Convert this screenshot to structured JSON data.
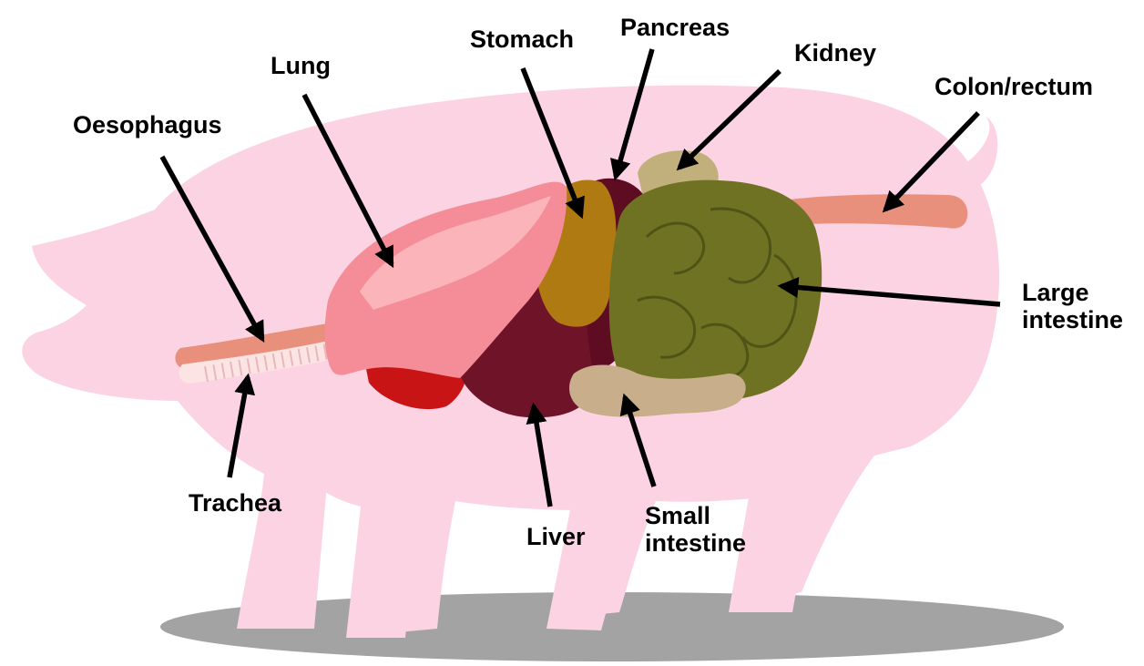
{
  "colors": {
    "pig_body": "#fbd3e3",
    "shadow": "#a3a3a3",
    "oesophagus": "#e9907c",
    "trachea": "#fde4e4",
    "lung": "#f58d98",
    "lung_highlight": "#fbb4ba",
    "heart": "#c91416",
    "liver": "#6f1328",
    "stomach": "#b07a12",
    "pancreas": "#5e0c22",
    "kidney": "#c2b07c",
    "large_intestine": "#6f7223",
    "small_intestine": "#c8ae8a",
    "colon": "#e9907c",
    "arrow": "#000000",
    "text": "#000000"
  },
  "labels": {
    "oesophagus": "Oesophagus",
    "lung": "Lung",
    "stomach": "Stomach",
    "pancreas": "Pancreas",
    "kidney": "Kidney",
    "colon_rectum": "Colon/rectum",
    "large_intestine_line1": "Large",
    "large_intestine_line2": "intestine",
    "trachea": "Trachea",
    "liver": "Liver",
    "small_intestine_line1": "Small",
    "small_intestine_line2": "intestine"
  }
}
